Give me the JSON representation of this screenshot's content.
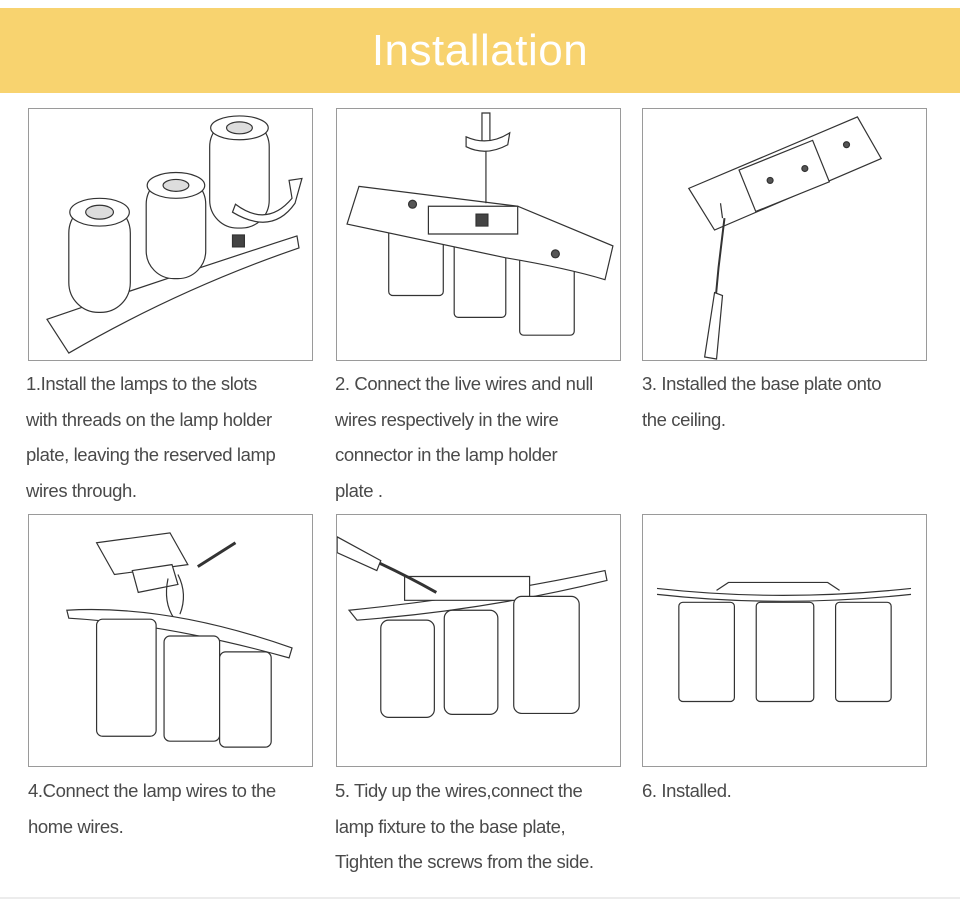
{
  "header": {
    "title": "Installation",
    "color": "#f8d36f"
  },
  "steps": [
    {
      "caption_lines": [
        "1.Install the lamps to the slots",
        "with threads on the lamp holder",
        "plate, leaving the reserved lamp",
        "wires through."
      ]
    },
    {
      "caption_lines": [
        "2. Connect the live wires and null",
        "wires respectively in the wire",
        "connector in the lamp holder",
        "plate ."
      ]
    },
    {
      "caption_lines": [
        "3. Installed the base plate onto",
        "the ceiling."
      ]
    },
    {
      "caption_lines": [
        "4.Connect the lamp wires to the",
        "home wires."
      ]
    },
    {
      "caption_lines": [
        "5. Tidy up the wires,connect the",
        "lamp fixture to the base plate,",
        "Tighten the screws from the side."
      ]
    },
    {
      "caption_lines": [
        "6. Installed."
      ]
    }
  ]
}
